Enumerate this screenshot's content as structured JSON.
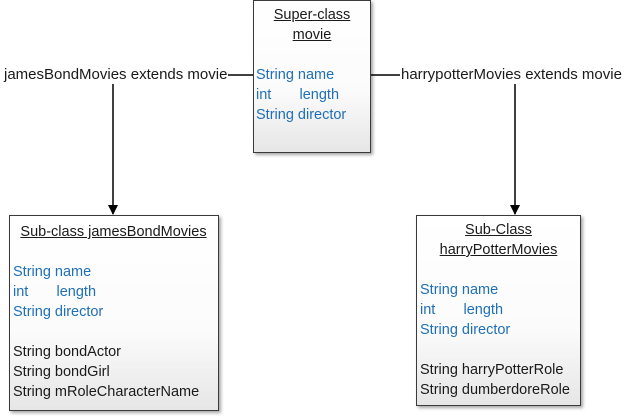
{
  "superclass": {
    "title_line1": "Super-class",
    "title_line2": "movie",
    "inherited_attributes": [
      "String name",
      "int       length",
      "String director"
    ]
  },
  "left_edge": {
    "label": "jamesBondMovies extends movie"
  },
  "right_edge": {
    "label": "harrypotterMovies extends movie"
  },
  "subclass_left": {
    "title_line1": "Sub-class jamesBondMovies",
    "inherited_attributes": [
      "String name",
      "int       length",
      "String director"
    ],
    "own_attributes": [
      "String bondActor",
      "String bondGirl",
      "String mRoleCharacterName"
    ]
  },
  "subclass_right": {
    "title_line1": "Sub-Class",
    "title_line2": "harryPotterMovies",
    "inherited_attributes": [
      "String name",
      "int       length",
      "String director"
    ],
    "own_attributes": [
      "String harryPotterRole",
      "String dumberdoreRole"
    ]
  },
  "colors": {
    "inherited_text": "#1f6fb8",
    "own_text": "#1a1a1a",
    "line": "#000000"
  }
}
